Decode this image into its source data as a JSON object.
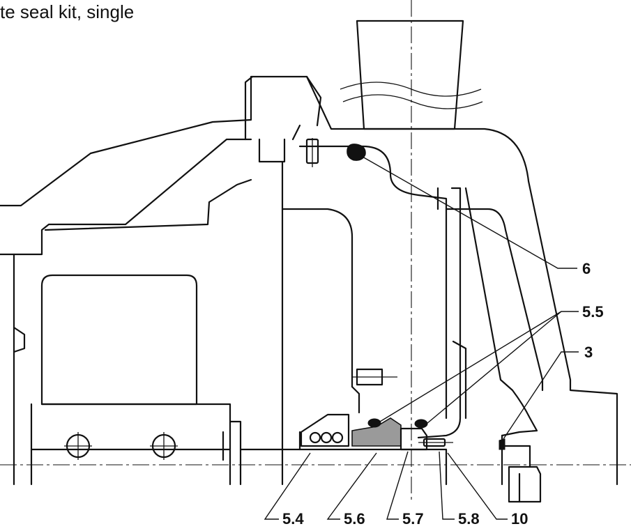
{
  "caption": "te seal kit, single",
  "labels": {
    "l6": "6",
    "l55": "5.5",
    "l3": "3",
    "l54": "5.4",
    "l56": "5.6",
    "l57": "5.7",
    "l58": "5.8",
    "l10": "10"
  },
  "colors": {
    "line": "#111111",
    "seal_face": "#9a9a9a",
    "background": "#ffffff"
  }
}
